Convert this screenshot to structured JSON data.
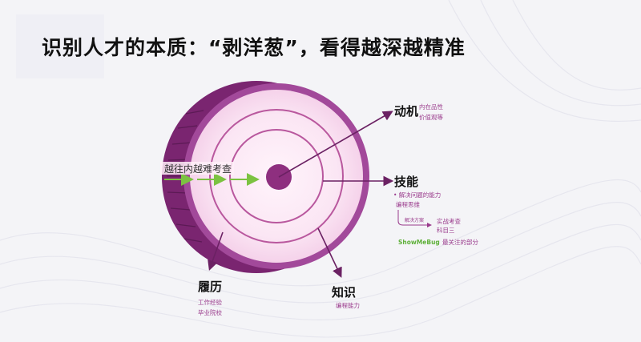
{
  "title": "识别人才的本质：“剥洋葱”，看得越深越精准",
  "diagram": {
    "direction_label": "越往内越难考查",
    "layers": {
      "motivation": {
        "title": "动机",
        "lines": [
          "内在品性",
          "价值观等"
        ]
      },
      "skill": {
        "title": "技能",
        "bullet": "• 解决问题的能力",
        "sub": "编程思维",
        "solution_label": "解决方案",
        "exam_lines": [
          "实战考查",
          "科目三"
        ],
        "focus_brand": "ShowMeBug",
        "focus_text": "最关注的部分"
      },
      "resume": {
        "title": "履历",
        "lines": [
          "工作经验",
          "毕业院校"
        ]
      },
      "knowledge": {
        "title": "知识",
        "lines": [
          "编程能力"
        ]
      }
    }
  },
  "colors": {
    "onion_dark": "#8a2d7a",
    "onion_rim": "#a2499a",
    "onion_light": "#f7d9ef",
    "ring": "#b9589e",
    "center": "#8e2f7f",
    "arrow_green": "#7cc241",
    "label_purple": "#9a3b8c",
    "brand_green": "#5fb03a"
  }
}
